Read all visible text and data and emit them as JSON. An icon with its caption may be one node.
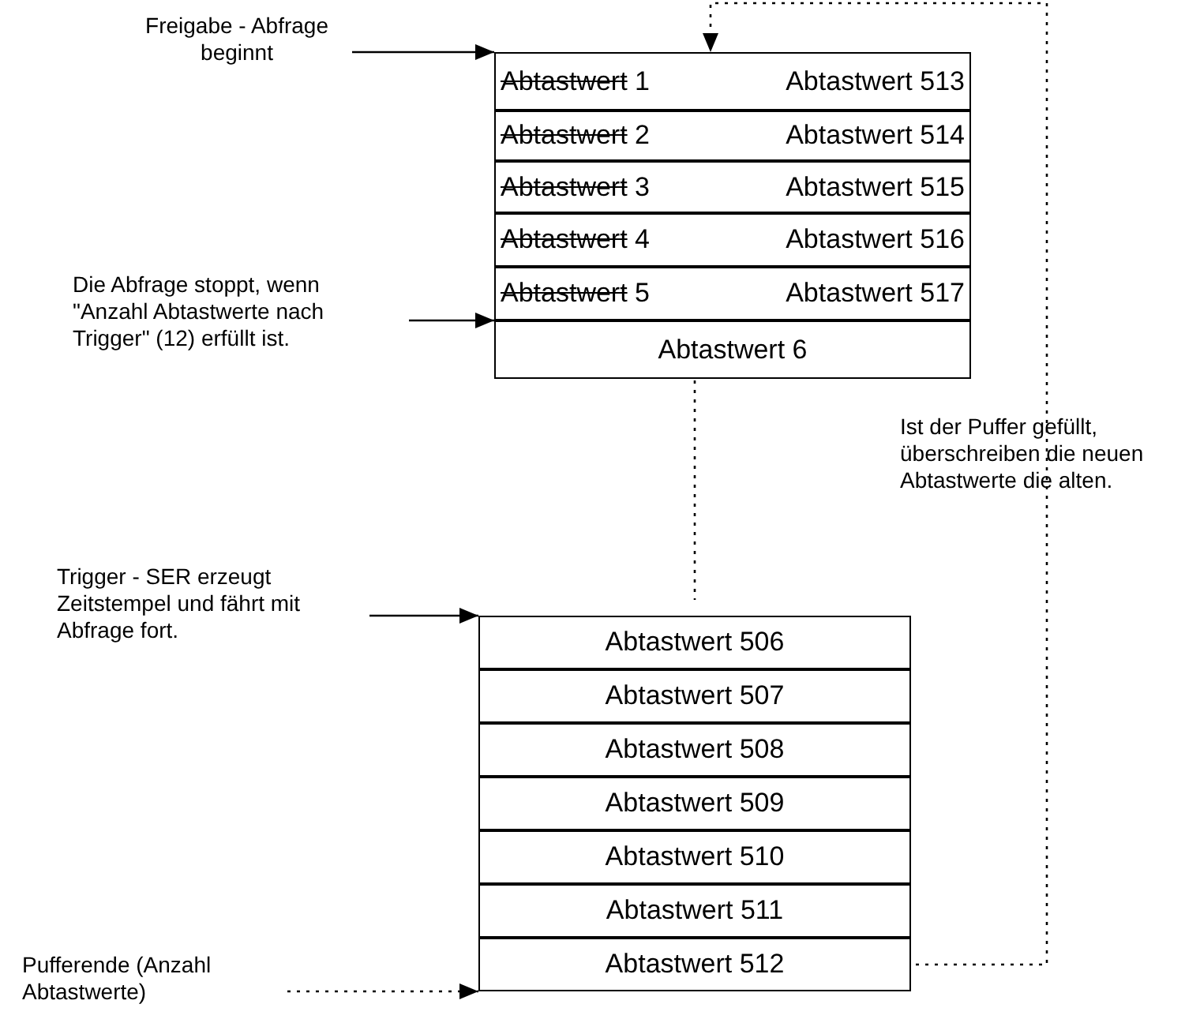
{
  "diagram": {
    "nodes": [
      {
        "text": [
          "Freigabe - Abfrage beginnt"
        ]
      },
      {
        "text": [
          "Abtastwert 1",
          "Abtastwert 513"
        ]
      },
      {
        "text": [
          "Abtastwert 2",
          "Abtastwert 514"
        ]
      },
      {
        "text": [
          "Abtastwert 3",
          "Abtastwert 515"
        ]
      },
      {
        "text": [
          "Abtastwert 4",
          "Abtastwert 516"
        ]
      },
      {
        "text": [
          "Abtastwert 5",
          "Abtastwert 517"
        ]
      },
      {
        "text": [
          "Abtastwert 6"
        ]
      },
      {
        "text": [
          "Die Abfrage stoppt, wenn \"Anzahl Abtastwerte nach Trigger\" (12) erfüllt ist."
        ]
      },
      {
        "text": [
          "Trigger - SER erzeugt Zeitstempel und fährt mit Abfrage fort."
        ]
      },
      {
        "text": [
          "Abtastwert 506"
        ]
      },
      {
        "text": [
          "Abtastwert 507"
        ]
      },
      {
        "text": [
          "Abtastwert 508"
        ]
      },
      {
        "text": [
          "Abtastwert 509"
        ]
      },
      {
        "text": [
          "Abtastwert 510"
        ]
      },
      {
        "text": [
          "Abtastwert 511"
        ]
      },
      {
        "text": [
          "Abtastwert 512"
        ]
      },
      {
        "text": [
          "Pufferende (Anzahl Abtastwerte)"
        ]
      }
    ],
    "edges": [
      {
        "from": 0,
        "to": 1,
        "arrow": "to"
      },
      {
        "from": 7,
        "to": 5,
        "arrow": "to"
      },
      {
        "from": 8,
        "to": 9,
        "arrow": "to"
      },
      {
        "from": 16,
        "to": 15,
        "arrow": "to",
        "style": "dashed"
      },
      {
        "from": 6,
        "to": 9,
        "arrow": "none",
        "style": "dashed"
      },
      {
        "from": 15,
        "to": 1,
        "arrow": "to",
        "style": "dashed"
      }
    ],
    "labels": [
      "Ist der Puffer gefüllt, überschreiben die neuen Abtastwerte die alten."
    ]
  }
}
